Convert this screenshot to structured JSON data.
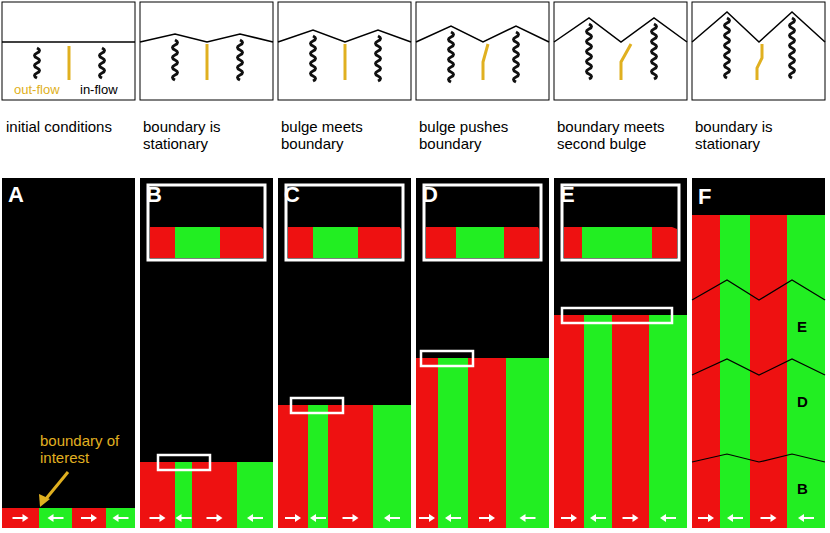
{
  "diagram": {
    "labels": [
      "out-flow",
      "in-flow",
      "initial conditions",
      "boundary is stationary",
      "bulge meets boundary",
      "bulge pushes boundary",
      "boundary meets second bulge",
      "boundary is stationary",
      "boundary of interest",
      "A",
      "B",
      "C",
      "D",
      "E",
      "F",
      "E",
      "D",
      "B"
    ]
  }
}
